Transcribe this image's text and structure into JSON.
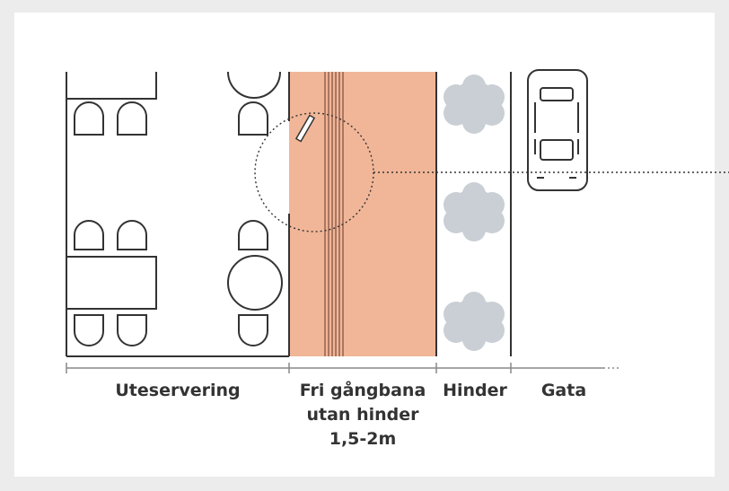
{
  "colors": {
    "walkway": "#f1b698",
    "tactile_strip": "#8d5c4a",
    "line": "#333333",
    "tree": "#c9cfd4",
    "frame_border": "#ececec"
  },
  "icons": [
    "table-icon",
    "chair-icon",
    "round-table-icon",
    "door-icon",
    "tree-icon",
    "car-icon"
  ],
  "labels": {
    "seating": "Uteservering",
    "walkway_line1": "Fri gångbana",
    "walkway_line2": "utan hinder",
    "walkway_line3": "1,5-2m",
    "obstacle": "Hinder",
    "street": "Gata"
  }
}
